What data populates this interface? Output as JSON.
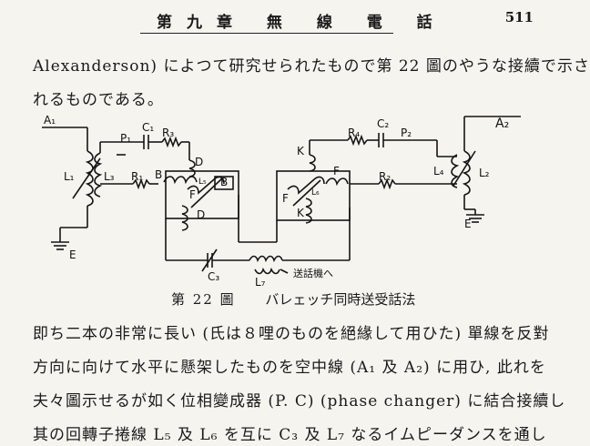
{
  "header": {
    "title": "第九章 無 線 電 話",
    "page_number": "511"
  },
  "paragraph_top": [
    "Alexanderson) によつて研究せられたもので第 22 圖のやうな接續で示さ",
    "れるものである。"
  ],
  "figure": {
    "labels": {
      "A1": "A₁",
      "A2": "A₂",
      "L1": "L₁",
      "L2": "L₂",
      "L3": "L₃",
      "L4": "L₄",
      "L5": "L₅",
      "L6": "L₆",
      "L7": "L₇",
      "C1": "C₁",
      "C2": "C₂",
      "C3": "C₃",
      "P1": "P₁",
      "P2": "P₂",
      "R1": "R₁",
      "R2": "R₂",
      "R3": "R₃",
      "R4": "R₄",
      "B": "B",
      "D": "D",
      "F": "F",
      "K": "K",
      "E": "E",
      "telephone": "送話機へ"
    },
    "caption_number": "第 22 圖",
    "caption_text": "バレェッチ同時送受話法"
  },
  "paragraph_bottom": [
    "即ち二本の非常に長い (氏は８哩のものを絕緣して用ひた) 單線を反對",
    "方向に向けて水平に懸架したものを空中線 (A₁ 及 A₂) に用ひ, 此れを",
    "夫々圖示せるが如く位相變成器 (P. C) (phase changer) に結合接續し",
    "其の回轉子捲線 L₅ 及 L₆ を互に C₃ 及 L₇ なるイムピーダンスを通し"
  ]
}
